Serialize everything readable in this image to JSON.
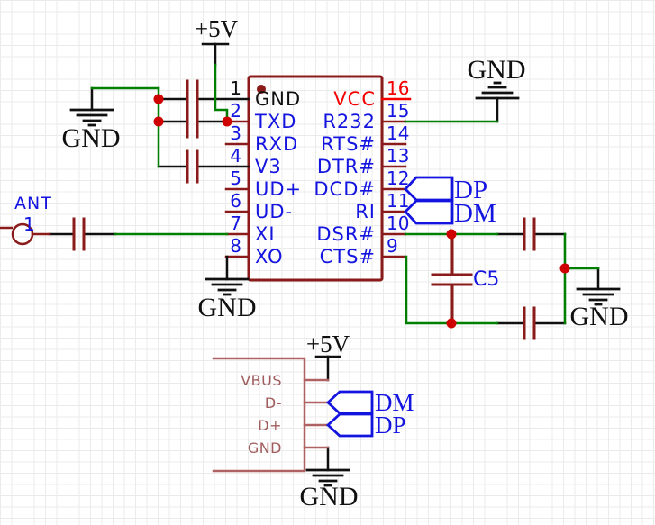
{
  "schematic": {
    "ic": {
      "left_pins": [
        {
          "num": "1",
          "name": "GND"
        },
        {
          "num": "2",
          "name": "TXD"
        },
        {
          "num": "3",
          "name": "RXD"
        },
        {
          "num": "4",
          "name": "V3"
        },
        {
          "num": "5",
          "name": "UD+"
        },
        {
          "num": "6",
          "name": "UD-"
        },
        {
          "num": "7",
          "name": "XI"
        },
        {
          "num": "8",
          "name": "XO"
        }
      ],
      "right_pins": [
        {
          "num": "16",
          "name": "VCC"
        },
        {
          "num": "15",
          "name": "R232"
        },
        {
          "num": "14",
          "name": "RTS#"
        },
        {
          "num": "13",
          "name": "DTR#"
        },
        {
          "num": "12",
          "name": "DCD#"
        },
        {
          "num": "11",
          "name": "RI"
        },
        {
          "num": "10",
          "name": "DSR#"
        },
        {
          "num": "9",
          "name": "CTS#"
        }
      ]
    },
    "antenna": {
      "label": "ANT",
      "pin_number": "1"
    },
    "power": {
      "plus5v_top": "+5V",
      "plus5v_bottom": "+5V",
      "gnd_top_left": "GND",
      "gnd_below_ic": "GND",
      "gnd_top_right": "GND",
      "gnd_mid_right": "GND",
      "gnd_bottom": "GND"
    },
    "net_flags": {
      "dp_top": "DP",
      "dm_top": "DM",
      "dm_bottom": "DM",
      "dp_bottom": "DP"
    },
    "capacitor_c5_label": "C5",
    "usb_connector": {
      "pin_labels": [
        "VBUS",
        "D-",
        "D+",
        "GND"
      ]
    },
    "colors": {
      "wire_green": "#007f00",
      "component_dark_red": "#8b1a1a",
      "junction_red": "#cf0000",
      "vcc_red": "#f40000",
      "label_blue": "#1414e0",
      "connector_rose": "#b06262"
    }
  }
}
